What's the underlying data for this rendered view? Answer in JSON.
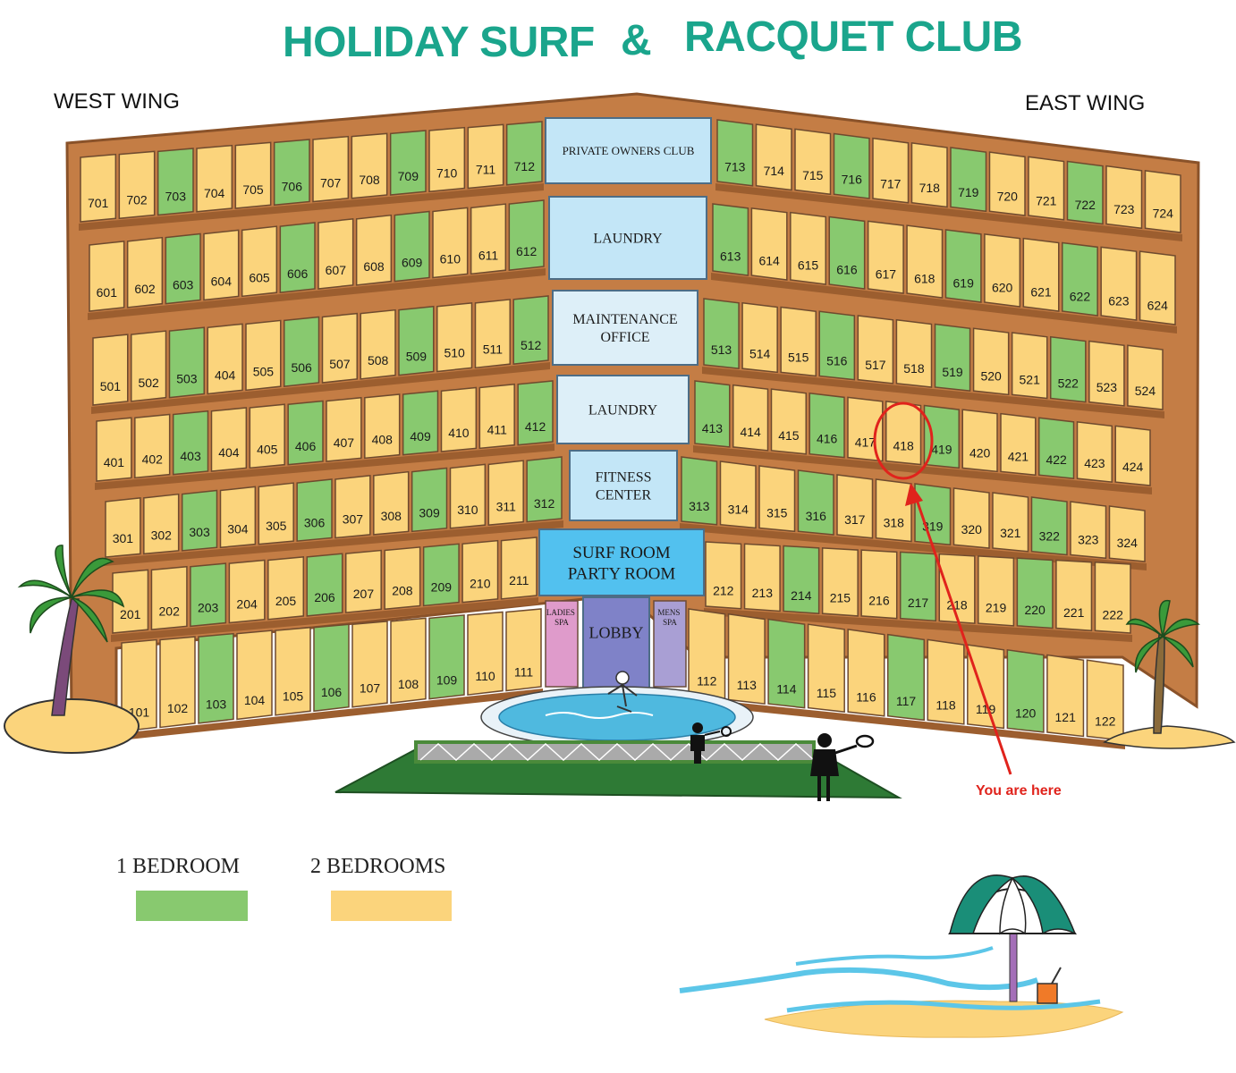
{
  "title": {
    "left": "HOLIDAY SURF",
    "amp": "&",
    "right": "RACQUET CLUB"
  },
  "wings": {
    "west": "WEST WING",
    "east": "EAST WING"
  },
  "colors": {
    "title": "#1aa58c",
    "one_bedroom": "#88c96f",
    "two_bedroom": "#fbd47c",
    "frame": "#c47d45",
    "frame_dark": "#9c5e2f",
    "center_light_blue": "#c3e6f7",
    "surf_room_blue": "#52c1ef",
    "lobby_purple": "#7f82c8",
    "ladies_spa_pink": "#df9bcb",
    "mens_spa_lavender": "#a99fd4",
    "marker_red": "#e0231c"
  },
  "floors": [
    {
      "floor": 7,
      "west": [
        "701",
        "702",
        "703",
        "704",
        "705",
        "706",
        "707",
        "708",
        "709",
        "710",
        "711",
        "712"
      ],
      "west_types": [
        2,
        2,
        1,
        2,
        2,
        1,
        2,
        2,
        1,
        2,
        2,
        1
      ],
      "center": "PRIVATE  OWNERS CLUB",
      "east": [
        "713",
        "714",
        "715",
        "716",
        "717",
        "718",
        "719",
        "720",
        "721",
        "722",
        "723",
        "724"
      ],
      "east_types": [
        1,
        2,
        2,
        1,
        2,
        2,
        1,
        2,
        2,
        1,
        2,
        2
      ]
    },
    {
      "floor": 6,
      "west": [
        "601",
        "602",
        "603",
        "604",
        "605",
        "606",
        "607",
        "608",
        "609",
        "610",
        "611",
        "612"
      ],
      "west_types": [
        2,
        2,
        1,
        2,
        2,
        1,
        2,
        2,
        1,
        2,
        2,
        1
      ],
      "center": "LAUNDRY",
      "east": [
        "613",
        "614",
        "615",
        "616",
        "617",
        "618",
        "619",
        "620",
        "621",
        "622",
        "623",
        "624"
      ],
      "east_types": [
        1,
        2,
        2,
        1,
        2,
        2,
        1,
        2,
        2,
        1,
        2,
        2
      ]
    },
    {
      "floor": 5,
      "west": [
        "501",
        "502",
        "503",
        "404",
        "505",
        "506",
        "507",
        "508",
        "509",
        "510",
        "511",
        "512"
      ],
      "west_types": [
        2,
        2,
        1,
        2,
        2,
        1,
        2,
        2,
        1,
        2,
        2,
        1
      ],
      "center": "MAINTENANCE\nOFFICE",
      "east": [
        "513",
        "514",
        "515",
        "516",
        "517",
        "518",
        "519",
        "520",
        "521",
        "522",
        "523",
        "524"
      ],
      "east_types": [
        1,
        2,
        2,
        1,
        2,
        2,
        1,
        2,
        2,
        1,
        2,
        2
      ]
    },
    {
      "floor": 4,
      "west": [
        "401",
        "402",
        "403",
        "404",
        "405",
        "406",
        "407",
        "408",
        "409",
        "410",
        "411",
        "412"
      ],
      "west_types": [
        2,
        2,
        1,
        2,
        2,
        1,
        2,
        2,
        1,
        2,
        2,
        1
      ],
      "center": "LAUNDRY",
      "east": [
        "413",
        "414",
        "415",
        "416",
        "417",
        "418",
        "419",
        "420",
        "421",
        "422",
        "423",
        "424"
      ],
      "east_types": [
        1,
        2,
        2,
        1,
        2,
        2,
        1,
        2,
        2,
        1,
        2,
        2
      ]
    },
    {
      "floor": 3,
      "west": [
        "301",
        "302",
        "303",
        "304",
        "305",
        "306",
        "307",
        "308",
        "309",
        "310",
        "311",
        "312"
      ],
      "west_types": [
        2,
        2,
        1,
        2,
        2,
        1,
        2,
        2,
        1,
        2,
        2,
        1
      ],
      "center": "FITNESS\nCENTER",
      "east": [
        "313",
        "314",
        "315",
        "316",
        "317",
        "318",
        "319",
        "320",
        "321",
        "322",
        "323",
        "324"
      ],
      "east_types": [
        1,
        2,
        2,
        1,
        2,
        2,
        1,
        2,
        2,
        1,
        2,
        2
      ]
    },
    {
      "floor": 2,
      "west": [
        "201",
        "202",
        "203",
        "204",
        "205",
        "206",
        "207",
        "208",
        "209",
        "210",
        "211"
      ],
      "west_types": [
        2,
        2,
        1,
        2,
        2,
        1,
        2,
        2,
        1,
        2,
        2
      ],
      "center": "SURF ROOM\nPARTY ROOM",
      "east": [
        "212",
        "213",
        "214",
        "215",
        "216",
        "217",
        "218",
        "219",
        "220",
        "221",
        "222"
      ],
      "east_types": [
        2,
        2,
        1,
        2,
        2,
        1,
        2,
        2,
        1,
        2,
        2
      ]
    },
    {
      "floor": 1,
      "west": [
        "101",
        "102",
        "103",
        "104",
        "105",
        "106",
        "107",
        "108",
        "109",
        "110",
        "111"
      ],
      "west_types": [
        2,
        2,
        1,
        2,
        2,
        1,
        2,
        2,
        1,
        2,
        2
      ],
      "center": "LOBBY",
      "east": [
        "112",
        "113",
        "114",
        "115",
        "116",
        "117",
        "118",
        "119",
        "120",
        "121",
        "122"
      ],
      "east_types": [
        2,
        2,
        1,
        2,
        2,
        1,
        2,
        2,
        1,
        2,
        2
      ]
    }
  ],
  "spas": {
    "ladies": "LADIES\nSPA",
    "mens": "MENS\nSPA"
  },
  "legend": {
    "one_bedroom": "1 BEDROOM",
    "two_bedrooms": "2 BEDROOMS"
  },
  "marker": {
    "unit": "418",
    "label": "You are here"
  },
  "icons": [
    "palm-tree-icon",
    "palm-tree-icon",
    "beach-umbrella-icon",
    "bucket-icon",
    "tennis-player-icon",
    "swimmer-icon"
  ]
}
